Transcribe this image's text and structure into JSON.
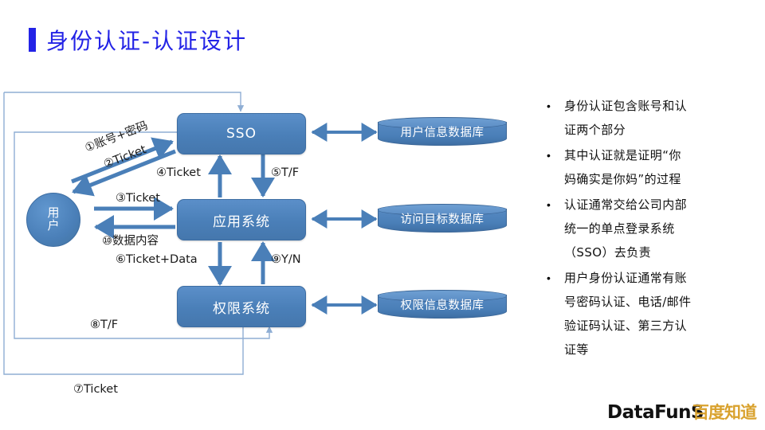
{
  "slide": {
    "title": "身份认证-认证设计",
    "accent_color": "#2323e6",
    "node_fill": "#4a7fb8",
    "thin_line_color": "#8faed4",
    "arrow_color": "#4a7fb8"
  },
  "diagram": {
    "nodes": [
      {
        "id": "sso",
        "label": "SSO",
        "shape": "rounded-rect"
      },
      {
        "id": "app",
        "label": "应用系统",
        "shape": "rounded-rect"
      },
      {
        "id": "perm",
        "label": "权限系统",
        "shape": "rounded-rect"
      },
      {
        "id": "user",
        "label_line1": "用",
        "label_line2": "户",
        "shape": "circle"
      }
    ],
    "databases": [
      {
        "id": "db-user-info",
        "label": "用户信息数据库"
      },
      {
        "id": "db-target",
        "label": "访问目标数据库"
      },
      {
        "id": "db-perm-info",
        "label": "权限信息数据库"
      }
    ],
    "flows": [
      {
        "n": 1,
        "label": "①账号+密码",
        "from": "user",
        "to": "sso"
      },
      {
        "n": 2,
        "label": "②Ticket",
        "from": "sso",
        "to": "user"
      },
      {
        "n": 3,
        "label": "③Ticket",
        "from": "user",
        "to": "app"
      },
      {
        "n": 4,
        "label": "④Ticket",
        "from": "app",
        "to": "sso"
      },
      {
        "n": 5,
        "label": "⑤T/F",
        "from": "sso",
        "to": "app"
      },
      {
        "n": 6,
        "label": "⑥Ticket+Data",
        "from": "app",
        "to": "perm"
      },
      {
        "n": 7,
        "label": "⑦Ticket",
        "from": "sso",
        "to": "perm"
      },
      {
        "n": 8,
        "label": "⑧T/F",
        "from": "sso",
        "to": "perm"
      },
      {
        "n": 9,
        "label": "⑨Y/N",
        "from": "perm",
        "to": "app"
      },
      {
        "n": 10,
        "label": "⑩数据内容",
        "from": "app",
        "to": "user"
      }
    ]
  },
  "bullets": [
    {
      "lines": [
        "身份认证包含账号和认",
        "证两个部分"
      ]
    },
    {
      "lines": [
        "其中认证就是证明“你",
        "妈确实是你妈”的过程"
      ]
    },
    {
      "lines": [
        "认证通常交给公司内部",
        "统一的单点登录系统",
        "（SSO）去负责"
      ]
    },
    {
      "lines": [
        "用户身份认证通常有账",
        "号密码认证、电话/邮件",
        "验证码认证、第三方认",
        "证等"
      ]
    }
  ],
  "logo": {
    "primary": "DataFunS",
    "secondary": "百度知道",
    "primary_color": "#111111",
    "secondary_color": "#d9a22e"
  }
}
